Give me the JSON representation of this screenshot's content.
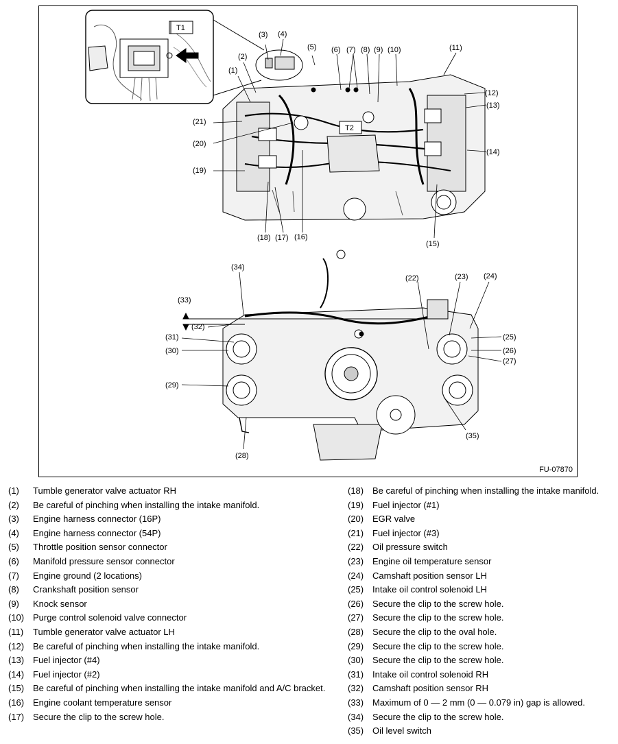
{
  "figure": {
    "id": "FU-07870",
    "callouts": {
      "c1": "(1)",
      "c2": "(2)",
      "c3": "(3)",
      "c4": "(4)",
      "c5": "(5)",
      "c6": "(6)",
      "c7": "(7)",
      "c8": "(8)",
      "c9": "(9)",
      "c10": "(10)",
      "c11": "(11)",
      "c12": "(12)",
      "c13": "(13)",
      "c14": "(14)",
      "c15": "(15)",
      "c16": "(16)",
      "c17": "(17)",
      "c18": "(18)",
      "c19": "(19)",
      "c20": "(20)",
      "c21": "(21)",
      "c22": "(22)",
      "c23": "(23)",
      "c24": "(24)",
      "c25": "(25)",
      "c26": "(26)",
      "c27": "(27)",
      "c28": "(28)",
      "c29": "(29)",
      "c30": "(30)",
      "c31": "(31)",
      "c32": "(32)",
      "c33": "(33)",
      "c34": "(34)",
      "c35": "(35)",
      "t1": "T1",
      "t2": "T2"
    }
  },
  "legend_left": [
    {
      "num": "(1)",
      "text": "Tumble generator valve actuator RH"
    },
    {
      "num": "(2)",
      "text": "Be careful of pinching when installing the intake manifold."
    },
    {
      "num": "(3)",
      "text": "Engine harness connector (16P)"
    },
    {
      "num": "(4)",
      "text": "Engine harness connector (54P)"
    },
    {
      "num": "(5)",
      "text": "Throttle position sensor connector"
    },
    {
      "num": "(6)",
      "text": "Manifold pressure sensor connector"
    },
    {
      "num": "(7)",
      "text": "Engine ground (2 locations)"
    },
    {
      "num": "(8)",
      "text": "Crankshaft position sensor"
    },
    {
      "num": "(9)",
      "text": "Knock sensor"
    },
    {
      "num": "(10)",
      "text": "Purge control solenoid valve connector"
    },
    {
      "num": "(11)",
      "text": "Tumble generator valve actuator LH"
    },
    {
      "num": "(12)",
      "text": "Be careful of pinching when installing the intake manifold."
    },
    {
      "num": "(13)",
      "text": "Fuel injector (#4)"
    },
    {
      "num": "(14)",
      "text": "Fuel injector (#2)"
    },
    {
      "num": "(15)",
      "text": "Be careful of pinching when installing the intake manifold and A/C bracket."
    },
    {
      "num": "(16)",
      "text": "Engine coolant temperature sensor"
    },
    {
      "num": "(17)",
      "text": "Secure the clip to the screw hole."
    }
  ],
  "legend_right": [
    {
      "num": "(18)",
      "text": "Be careful of pinching when installing the intake manifold."
    },
    {
      "num": "(19)",
      "text": "Fuel injector (#1)"
    },
    {
      "num": "(20)",
      "text": "EGR valve"
    },
    {
      "num": "(21)",
      "text": "Fuel injector (#3)"
    },
    {
      "num": "(22)",
      "text": "Oil pressure switch"
    },
    {
      "num": "(23)",
      "text": "Engine oil temperature sensor"
    },
    {
      "num": "(24)",
      "text": "Camshaft position sensor LH"
    },
    {
      "num": "(25)",
      "text": "Intake oil control solenoid LH"
    },
    {
      "num": "(26)",
      "text": "Secure the clip to the screw hole."
    },
    {
      "num": "(27)",
      "text": "Secure the clip to the screw hole."
    },
    {
      "num": "(28)",
      "text": "Secure the clip to the oval hole."
    },
    {
      "num": "(29)",
      "text": "Secure the clip to the screw hole."
    },
    {
      "num": "(30)",
      "text": "Secure the clip to the screw hole."
    },
    {
      "num": "(31)",
      "text": "Intake oil control solenoid RH"
    },
    {
      "num": "(32)",
      "text": "Camshaft position sensor RH"
    },
    {
      "num": "(33)",
      "text": "Maximum of 0 — 2 mm (0 — 0.079 in) gap is allowed."
    },
    {
      "num": "(34)",
      "text": "Secure the clip to the screw hole."
    },
    {
      "num": "(35)",
      "text": "Oil level switch"
    }
  ]
}
